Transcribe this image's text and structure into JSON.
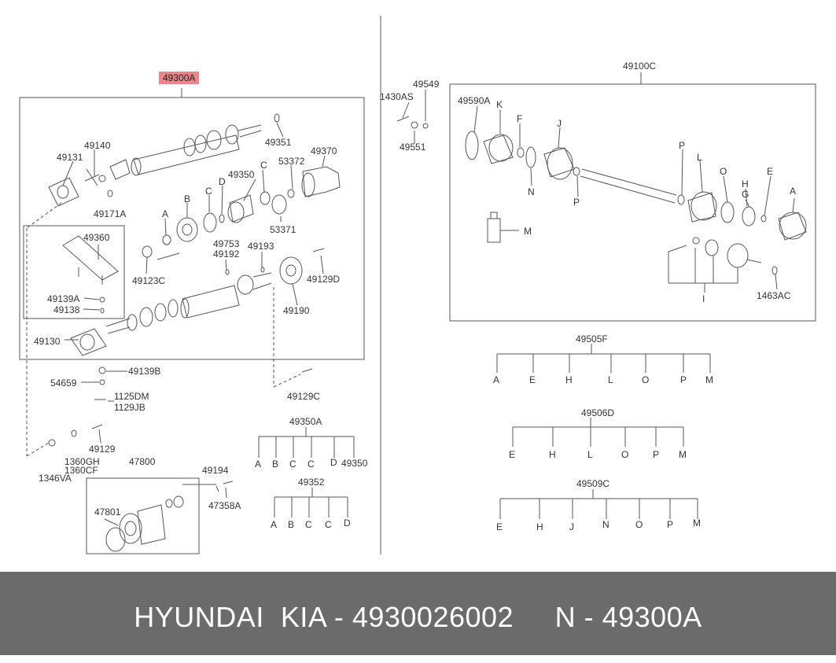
{
  "colors": {
    "line": "#555555",
    "highlight": "#e8868c",
    "footer_bg": "#6b6b6b",
    "footer_text": "#ffffff"
  },
  "labels": {
    "l49300A": "49300A",
    "l49140": "49140",
    "l49131": "49131",
    "l49171A": "49171A",
    "l49351": "49351",
    "l49370": "49370",
    "l53372": "53372",
    "lC1": "C",
    "l49350": "49350",
    "lD1": "D",
    "lC2": "C",
    "lB1": "B",
    "lA1": "A",
    "l53371": "53371",
    "l49123C": "49123C",
    "l49753": "49753",
    "l49192": "49192",
    "l49193": "49193",
    "l49129D": "49129D",
    "l49190": "49190",
    "l49360": "49360",
    "l49139A": "49139A",
    "l49138": "49138",
    "l49130": "49130",
    "l49139B": "49139B",
    "l54659": "54659",
    "l1125DM": "1125DM",
    "l1129JB": "1129JB",
    "l49129C": "49129C",
    "l49129": "49129",
    "l1360GH": "1360GH",
    "l1360CF": "1360CF",
    "l1346VA": "1346VA",
    "l47800": "47800",
    "l47801": "47801",
    "l49194": "49194",
    "l47358A": "47358A",
    "l1430AS": "1430AS",
    "l49549": "49549",
    "l49551": "49551",
    "l49100C": "49100C",
    "l49590A": "49590A",
    "lK": "K",
    "lF": "F",
    "lJ": "J",
    "lN": "N",
    "lP1": "P",
    "lP2": "P",
    "lL": "L",
    "lO": "O",
    "lE": "E",
    "lH": "H",
    "lG": "G",
    "lA2": "A",
    "lM": "M",
    "lI": "I",
    "l1463AC": "1463AC"
  },
  "trees": {
    "t49505F": {
      "title": "49505F",
      "items": [
        "A",
        "E",
        "H",
        "L",
        "O",
        "P",
        "M"
      ]
    },
    "t49506D": {
      "title": "49506D",
      "items": [
        "E",
        "H",
        "L",
        "O",
        "P",
        "M"
      ]
    },
    "t49509C": {
      "title": "49509C",
      "items": [
        "E",
        "H",
        "J",
        "N",
        "O",
        "P",
        "M"
      ]
    },
    "t49350A": {
      "title": "49350A",
      "items": [
        "A",
        "B",
        "C",
        "C",
        "D",
        "49350"
      ]
    },
    "t49352": {
      "title": "49352",
      "items": [
        "A",
        "B",
        "C",
        "C",
        "D"
      ]
    }
  },
  "footer": {
    "text": "HYUNDAI  KIA - 4930026002     N - 49300A"
  }
}
